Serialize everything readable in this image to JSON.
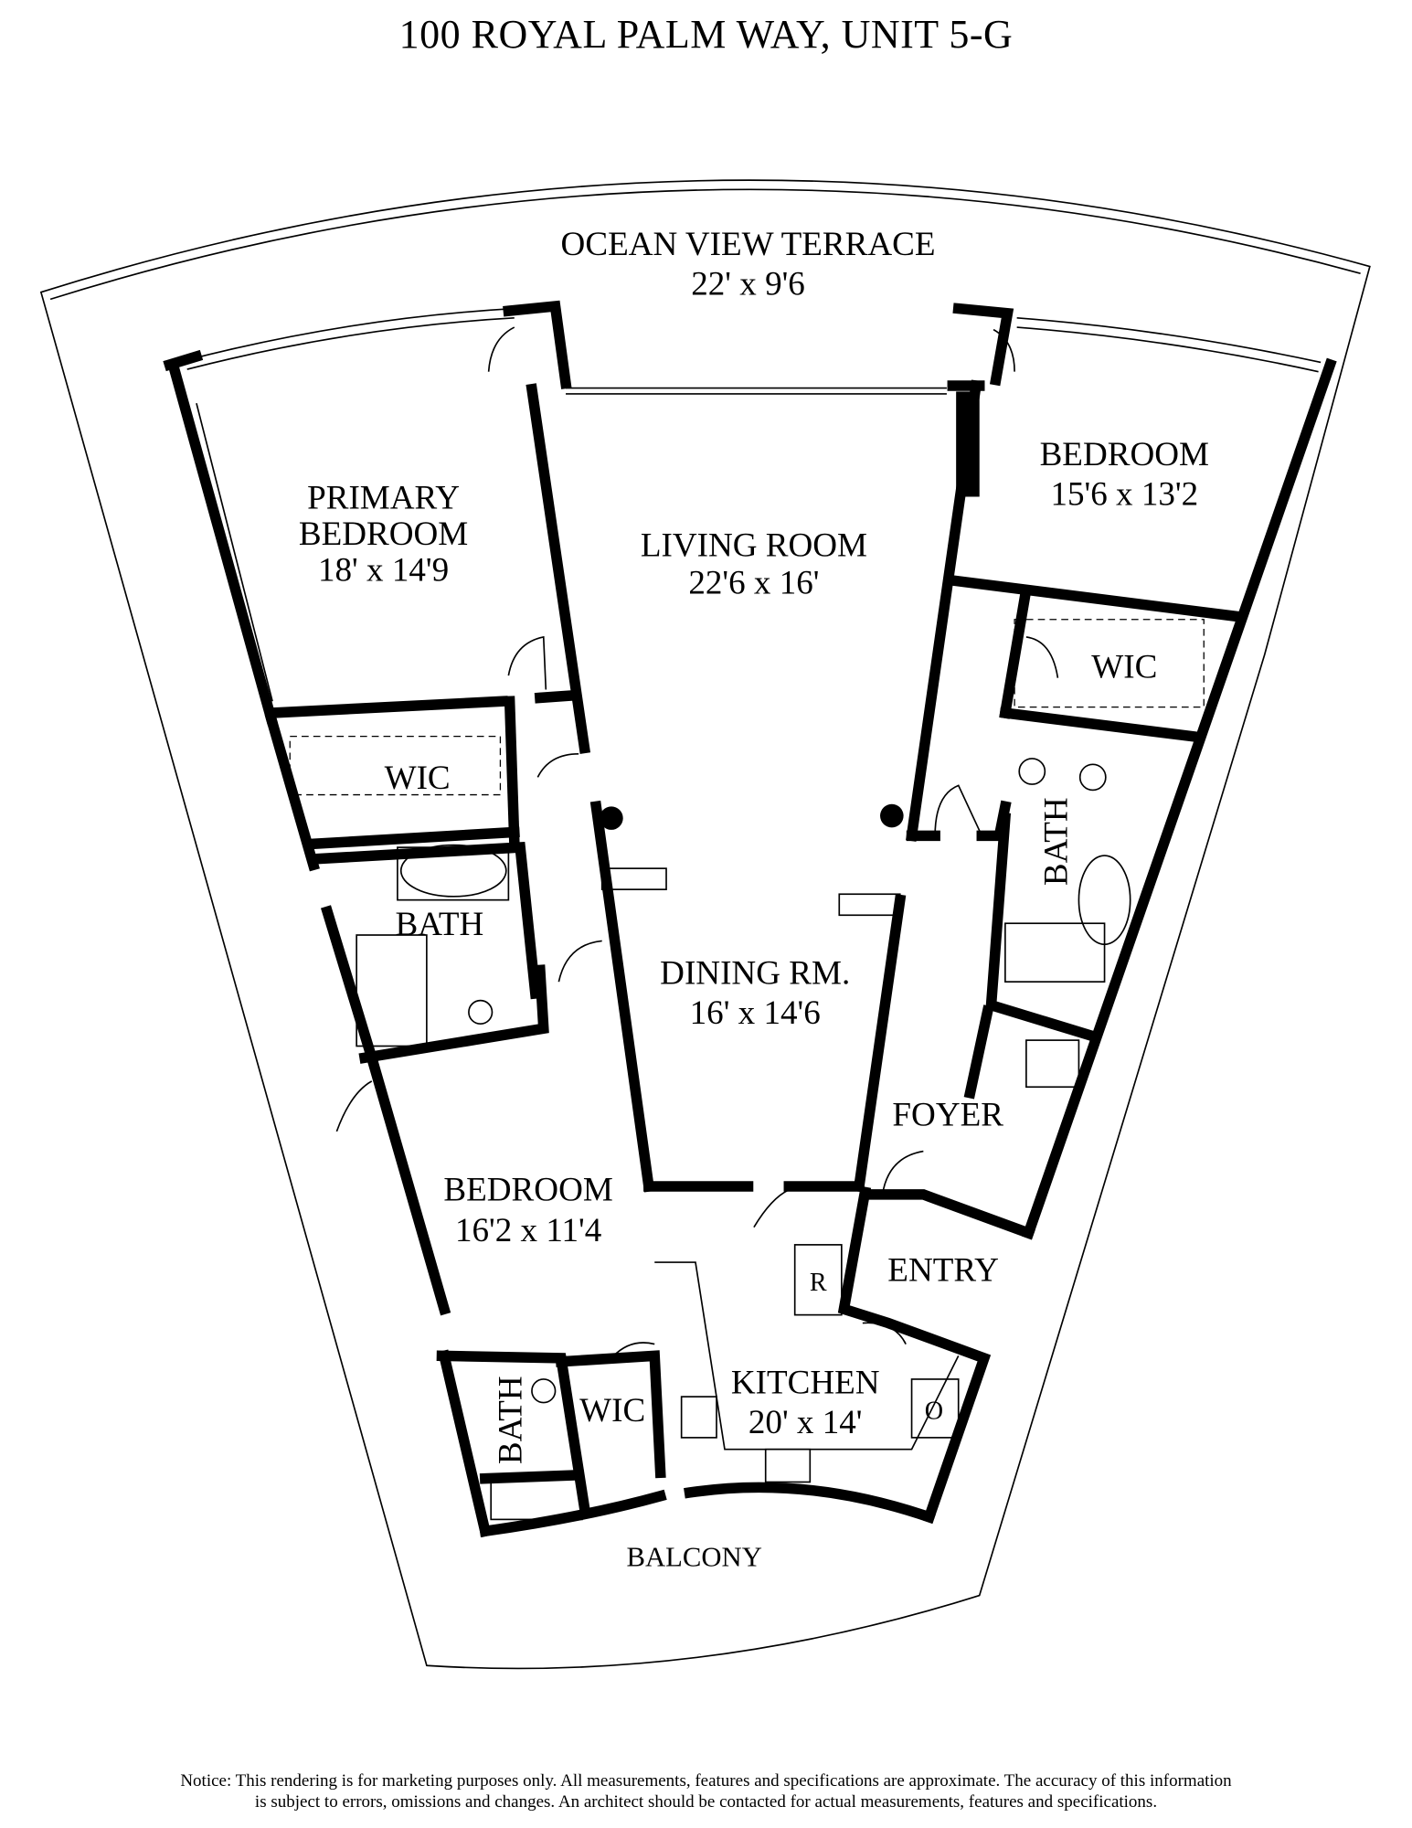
{
  "title": "100 ROYAL PALM WAY, UNIT 5-G",
  "rooms": {
    "terrace": {
      "name": "OCEAN VIEW TERRACE",
      "size": "22' x 9'6"
    },
    "primary_bedroom": {
      "name_line1": "PRIMARY",
      "name_line2": "BEDROOM",
      "size": "18' x 14'9"
    },
    "living_room": {
      "name": "LIVING ROOM",
      "size": "22'6 x 16'"
    },
    "bedroom_right": {
      "name": "BEDROOM",
      "size": "15'6 x 13'2"
    },
    "wic_primary": {
      "name": "WIC"
    },
    "bath_primary": {
      "name": "BATH"
    },
    "wic_right": {
      "name": "WIC"
    },
    "bath_right": {
      "name": "BATH"
    },
    "dining_room": {
      "name": "DINING RM.",
      "size": "16' x 14'6"
    },
    "foyer": {
      "name": "FOYER"
    },
    "bedroom_left": {
      "name": "BEDROOM",
      "size": "16'2 x 11'4"
    },
    "entry": {
      "name": "ENTRY"
    },
    "kitchen": {
      "name": "KITCHEN",
      "size": "20' x 14'"
    },
    "refrigerator": {
      "name": "R"
    },
    "oven": {
      "name": "O"
    },
    "bath_small": {
      "name": "BATH"
    },
    "wic_small": {
      "name": "WIC"
    },
    "balcony": {
      "name": "BALCONY"
    }
  },
  "notice": {
    "line1": "Notice: This rendering is for marketing purposes only. All measurements, features and specifications are approximate. The accuracy of this information",
    "line2": "is subject to errors, omissions and changes. An architect should be contacted for actual measurements, features and specifications."
  }
}
